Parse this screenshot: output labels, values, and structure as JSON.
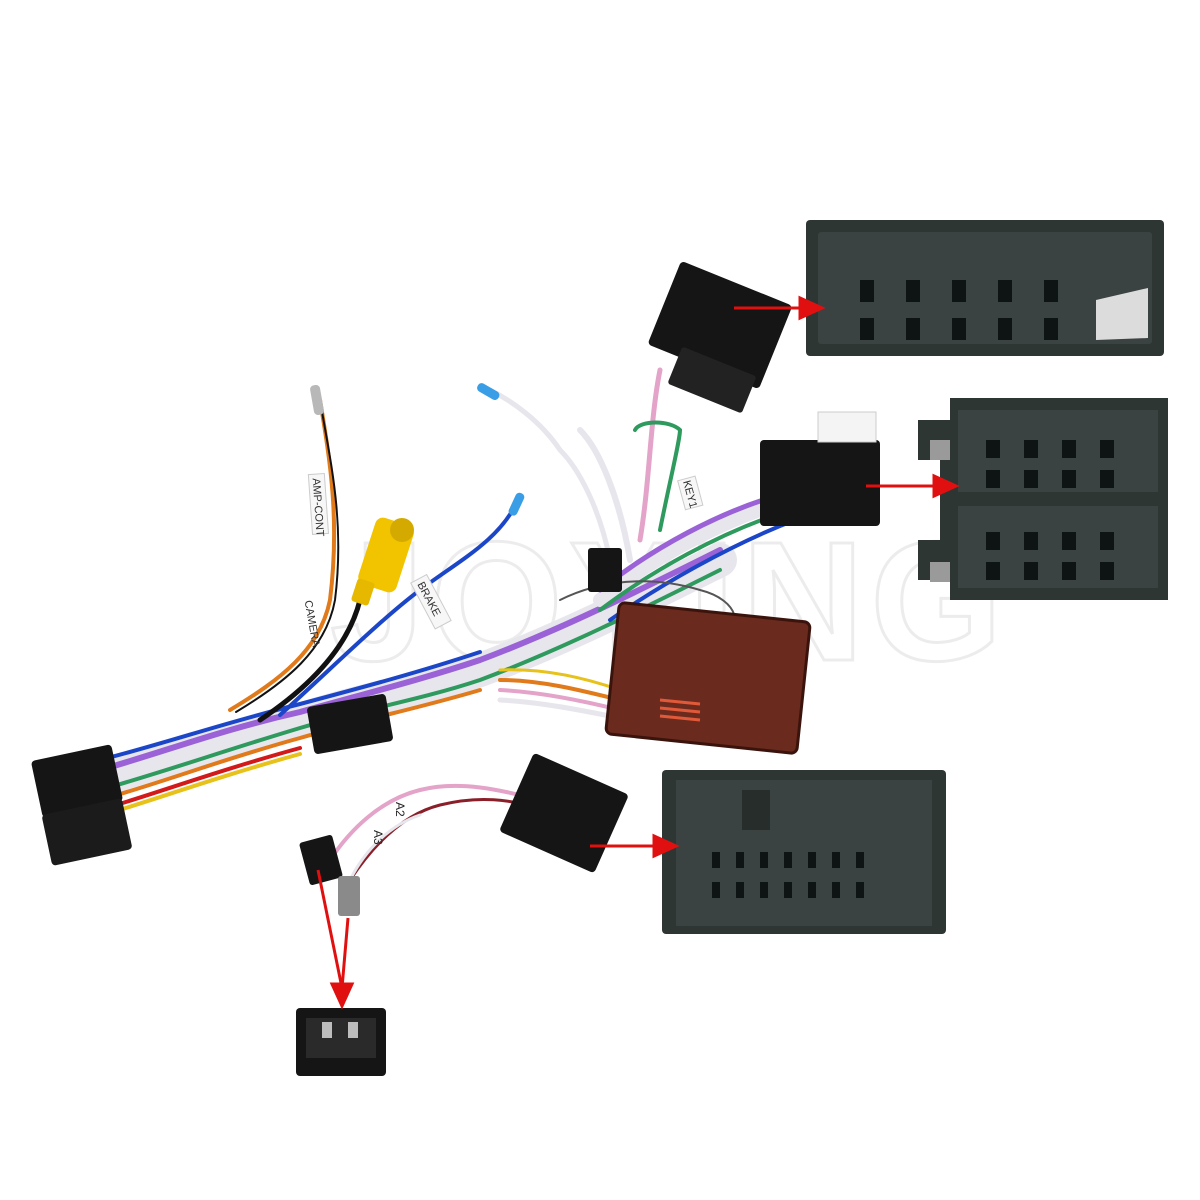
{
  "scene": {
    "watermark": "JOYING",
    "labels": {
      "amp_cont": "AMP-CONT",
      "camera": "CAMERA",
      "brake": "BRAKE",
      "key": "KEY1",
      "a2": "A2",
      "a3": "A3"
    },
    "colors": {
      "background": "#ffffff",
      "connector_dark": "#2e3634",
      "connector_black": "#151515",
      "arrow": "#e01010",
      "rca_yellow": "#f2c400",
      "module_brown": "#6b2a1e",
      "wire_white": "#e6e6ec",
      "wire_purple": "#9a62d6",
      "wire_blue": "#1c46c8",
      "wire_orange": "#e07a1a",
      "wire_green": "#2e9a5e",
      "wire_pink": "#e4a3c8"
    },
    "parts": [
      "iso-connector-top",
      "iso-connector-middle",
      "canbus-box",
      "quadlock-connector",
      "small-plug",
      "rca-camera-plug",
      "main-head-unit-plug"
    ]
  }
}
